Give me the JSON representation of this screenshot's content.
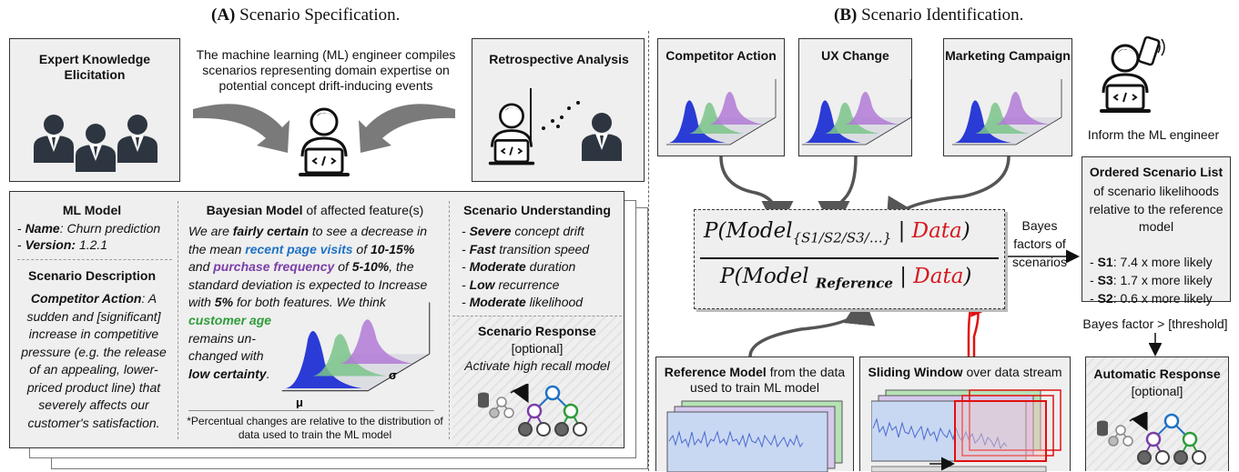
{
  "section_a": {
    "title_prefix": "(A)",
    "title_rest": " Scenario Specification.",
    "expert_box": {
      "title": "Expert Knowledge Elicitation"
    },
    "engineer_caption": "The machine learning (ML) engineer compiles scenarios representing domain expertise on potential concept drift-inducing events",
    "retro_box": {
      "title": "Retrospective Analysis"
    },
    "ml_model": {
      "heading": "ML Model",
      "name_label": "Name",
      "name_value": ": Churn prediction",
      "version_label": "Version:",
      "version_value": " 1.2.1"
    },
    "scenario_description": {
      "heading": "Scenario Description",
      "name": "Competitor Action",
      "text": "A sudden and [significant] increase in competitive pressure (e.g. the release of an appealing, lower-priced product line) that severely affects our customer's satisfaction."
    },
    "bayesian": {
      "heading_bold": "Bayesian Model",
      "heading_rest": " of affected feature(s)",
      "p1": "We are ",
      "p2": "fairly certain",
      "p3": " to see a decrease in the mean ",
      "p4": "recent page visits",
      "p5": " of ",
      "p6": "10-15%",
      "p7": " and ",
      "p8": "purchase frequency",
      "p9": " of ",
      "p10": "5-10%",
      "p11": ", the standard deviation is expected to Increase with ",
      "p12": "5%",
      "p13": " for both features. We think ",
      "p14": "customer age",
      "p15": " remains un-changed with ",
      "p16": "low certainty",
      "p17": ".",
      "axis_mu": "μ",
      "axis_sigma": "σ",
      "footnote": "*Percentual changes are relative to the distribution of data used to train the ML model"
    },
    "understanding": {
      "heading": "Scenario Understanding",
      "items": [
        {
          "b": "Severe",
          "r": " concept drift"
        },
        {
          "b": "Fast",
          "r": " transition speed"
        },
        {
          "b": "Moderate",
          "r": " duration"
        },
        {
          "b": "Low",
          "r": " recurrence"
        },
        {
          "b": "Moderate",
          "r": " likelihood"
        }
      ]
    },
    "response": {
      "heading": "Scenario Response",
      "optional": "[optional]",
      "text": "Activate high recall model"
    }
  },
  "section_b": {
    "title_prefix": "(B)",
    "title_rest": " Scenario Identification.",
    "scenarios": [
      "Competitor Action",
      "UX Change",
      "Marketing Campaign"
    ],
    "formula": {
      "P": "P",
      "model": "Model",
      "subscript": "{S1/S2/S3/…}",
      "data": "Data",
      "ref_sub": "Reference"
    },
    "bayes_label": "Bayes factors of scenarios",
    "reference_box": {
      "bold": "Reference Model",
      "rest": " from the data used to train ML model"
    },
    "sliding_box": {
      "bold": "Sliding Window",
      "rest": " over data stream"
    },
    "inform": "Inform the ML engineer",
    "ordered": {
      "heading": "Ordered Scenario List",
      "sub": "of scenario likelihoods relative to the reference model",
      "items": [
        {
          "name": "S1",
          "value": ": 7.4 x more likely"
        },
        {
          "name": "S3",
          "value": ": 1.7 x more likely"
        },
        {
          "name": "S2",
          "value": ": 0.6 x more likely"
        }
      ]
    },
    "threshold": "Bayes factor > [threshold]",
    "auto": {
      "heading": "Automatic Response",
      "optional": "[optional]"
    }
  }
}
